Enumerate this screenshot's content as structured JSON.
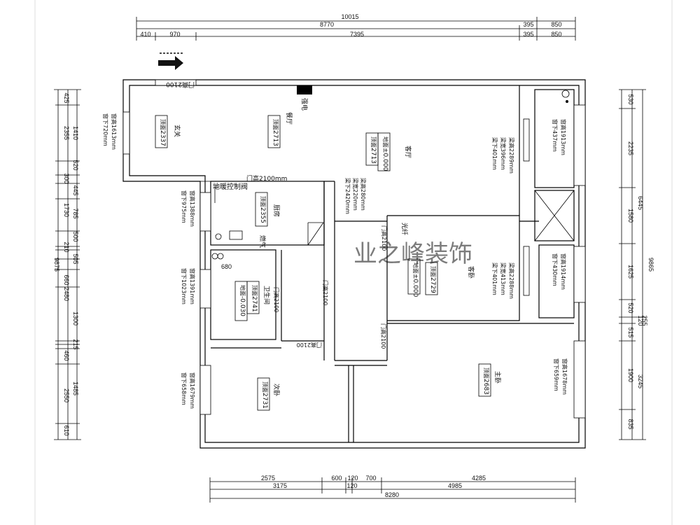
{
  "top_dims": {
    "row1": {
      "total": "10015",
      "a": "395",
      "b": "850"
    },
    "row2": {
      "a": "8770",
      "b": "395",
      "c": "850"
    },
    "row3": {
      "a": "410",
      "b": "970",
      "c": "7395",
      "d": "395",
      "e": "850"
    }
  },
  "bottom_dims": {
    "row1": {
      "a": "2575",
      "b": "600",
      "c": "120",
      "d": "700",
      "e": "4285"
    },
    "row2": {
      "a": "3175",
      "b": "120",
      "c": "4985"
    },
    "row3": {
      "total": "8280"
    }
  },
  "left_dims": {
    "outer": [
      "425",
      "2355",
      "300",
      "1730",
      "210",
      "660",
      "2480",
      "460",
      "2550",
      "610"
    ],
    "inner": [
      "1410",
      "520",
      "445",
      "785",
      "500",
      "505",
      "1300",
      "215",
      "1485"
    ],
    "total": "9875"
  },
  "right_dims": {
    "outer": [
      "530",
      "2235",
      "1580",
      "1625",
      "520",
      "1900",
      "835"
    ],
    "mid": [
      "6445",
      "3245"
    ],
    "total": "9865",
    "small": [
      "120",
      "255",
      "515"
    ]
  },
  "rooms": {
    "entry": {
      "name": "玄关",
      "ceiling_label": "顶面",
      "ceiling_value": "2337",
      "window_height": "窗高1613mm",
      "sill": "窗下720mm"
    },
    "dining": {
      "name": "餐厅",
      "ceiling_label": "顶面",
      "ceiling_value": "2713"
    },
    "living": {
      "name": "客厅",
      "ceiling_label": "顶面",
      "ceiling_value": "2713",
      "floor_label": "地面",
      "floor_value": "±0.000"
    },
    "kitchen": {
      "name": "厨房",
      "ceiling_label": "顶面",
      "ceiling_value": "2355",
      "window_height": "窗高1388mm",
      "sill": "窗下975mm"
    },
    "bathroom": {
      "name": "卫生间",
      "ceiling_label": "顶面",
      "ceiling_value": "2741",
      "floor_label": "地面",
      "floor_value": "-0.030",
      "window_height": "窗高1391mm",
      "sill": "窗下1023mm"
    },
    "guest_bedroom": {
      "name": "客卧",
      "ceiling_label": "顶面",
      "ceiling_value": "2729",
      "floor_label": "地面",
      "floor_value": "±0.000"
    },
    "second_bedroom": {
      "name": "次卧",
      "ceiling_label": "顶面",
      "ceiling_value": "2731",
      "window_height": "窗高1679mm",
      "sill": "窗下658mm"
    },
    "master_bedroom": {
      "name": "主卧",
      "ceiling_label": "顶面",
      "ceiling_value": "2683",
      "window_height": "窗高1678mm",
      "sill": "窗下659mm"
    }
  },
  "beams": {
    "living": [
      "梁高2289mm",
      "梁宽396mm",
      "梁下401mm"
    ],
    "center": [
      "梁高280mm",
      "梁宽220mm",
      "梁下2420mm"
    ],
    "guest": [
      "梁高2288mm",
      "梁宽413mm",
      "梁下401mm"
    ]
  },
  "balcony_top": {
    "window_height": "窗高1913mm",
    "sill": "窗下437mm"
  },
  "balcony_mid": {
    "window_height": "窗高1914mm",
    "sill": "窗下430mm"
  },
  "labels": {
    "door_top": "门高2100",
    "door_kitchen": "门高2100mm",
    "door_bath_v": "门高2100",
    "door_v2": "门高2100",
    "door_bottom": "门高2100",
    "door_guest_left": "门高2100",
    "door_guest_bottom": "门高2100",
    "heating_valve": "地暖控制阀",
    "electric_box": "强电",
    "fiber": "光纤",
    "gas": "燃气",
    "small_dim": "680",
    "watermark": "业之峰装饰"
  }
}
